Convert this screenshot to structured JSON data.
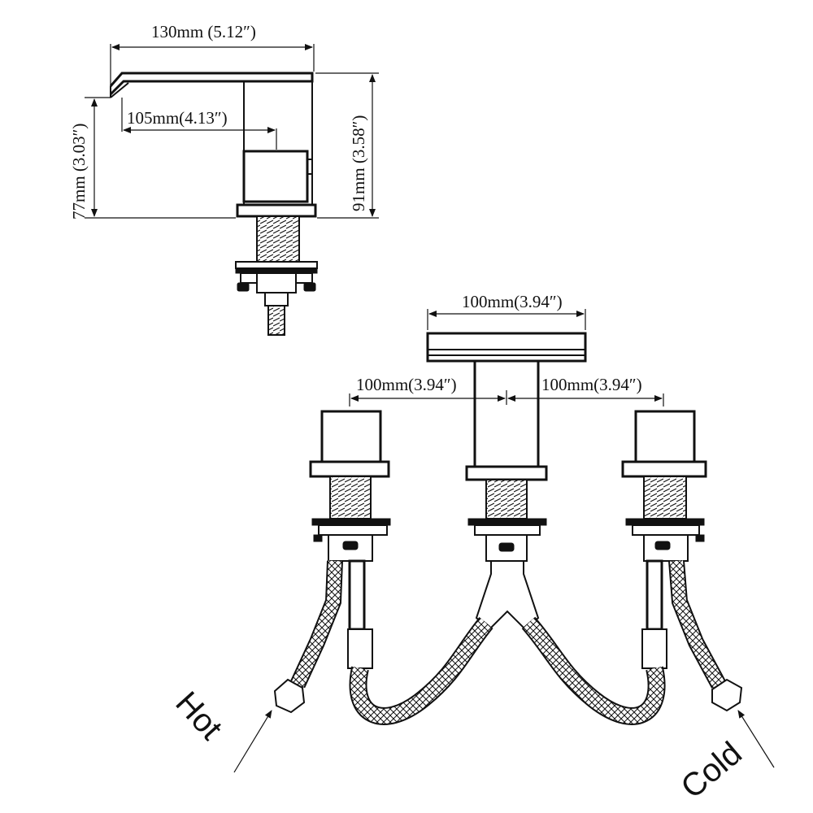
{
  "side_view": {
    "dim_total_length": "130mm (5.12″)",
    "dim_reach": "105mm(4.13″)",
    "dim_spout_height": "77mm (3.03″)",
    "dim_total_height": "91mm (3.58″)"
  },
  "front_view": {
    "dim_spout_width": "100mm(3.94″)",
    "dim_left_spacing": "100mm(3.94″)",
    "dim_right_spacing": "100mm(3.94″)"
  },
  "labels": {
    "hot": "Hot",
    "cold": "Cold"
  },
  "colors": {
    "line": "#111111",
    "background": "#ffffff"
  }
}
